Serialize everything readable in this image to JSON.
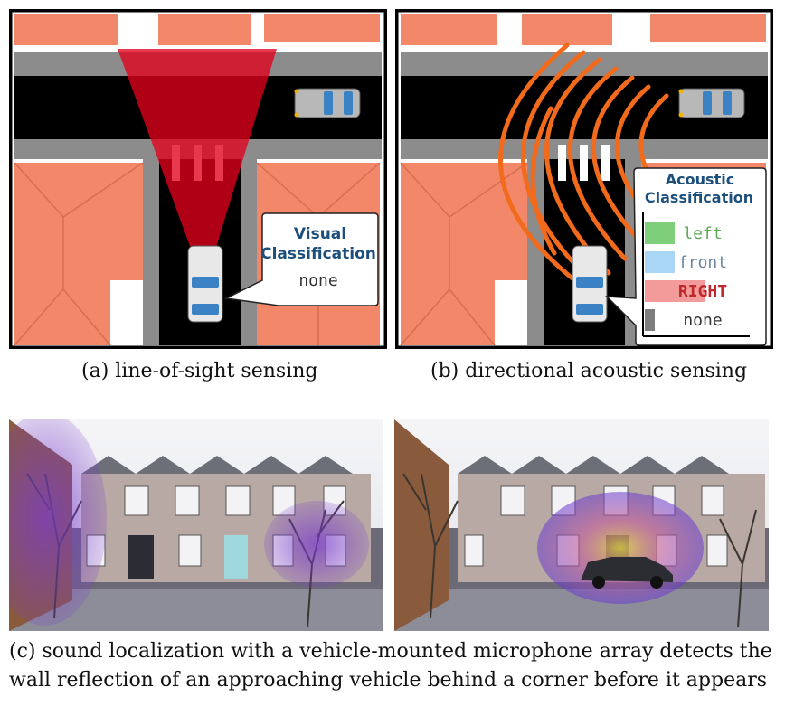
{
  "panel_a": {
    "bubble_title_1": "Visual",
    "bubble_title_2": "Classification",
    "bubble_value": "none",
    "caption": "(a) line-of-sight sensing"
  },
  "panel_b": {
    "bubble_title_1": "Acoustic",
    "bubble_title_2": "Classification",
    "bars": [
      {
        "label": "left",
        "value": 0.3,
        "color": "#7fcf7a",
        "text_color": "#5faa56"
      },
      {
        "label": "front",
        "value": 0.3,
        "color": "#a9d6f5",
        "text_color": "#6c86a0"
      },
      {
        "label": "RIGHT",
        "value": 0.6,
        "color": "#f39a9a",
        "text_color": "#c0272d"
      },
      {
        "label": "none",
        "value": 0.1,
        "color": "#7d7d7d",
        "text_color": "#333333"
      }
    ],
    "caption": "(b) directional acoustic sensing"
  },
  "panel_c": {
    "caption_line1": "(c) sound localization with a vehicle-mounted microphone array detects the",
    "caption_line2": "wall reflection of an approaching vehicle behind a corner before it appears"
  },
  "colors": {
    "roof": "#f2876a",
    "road": "#000000",
    "sidewalk": "#8c8c8c",
    "fov": "#e0001b",
    "wave": "#f26a1b",
    "bubble_title": "#1d4f7c"
  }
}
